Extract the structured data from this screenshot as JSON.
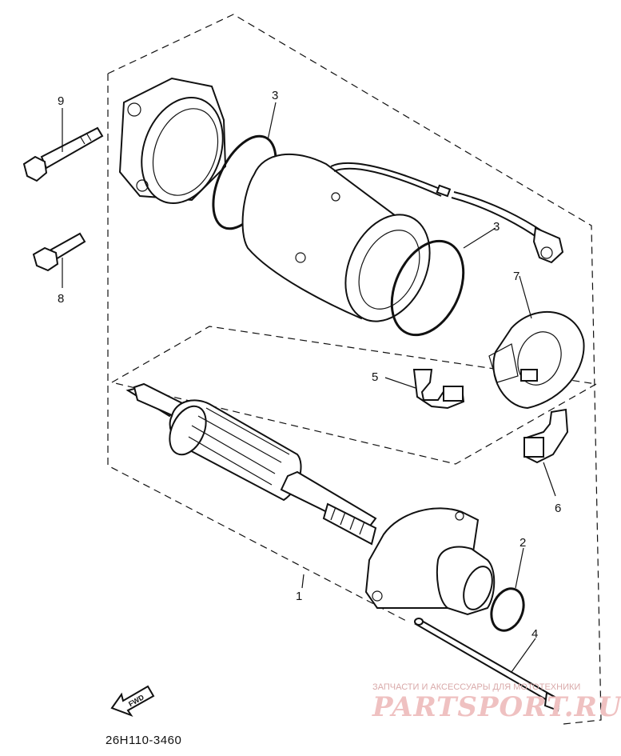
{
  "callouts": [
    "1",
    "2",
    "3",
    "3",
    "4",
    "5",
    "6",
    "7",
    "8",
    "9"
  ],
  "diagram_code": "26H110-3460",
  "direction_label": "FWD",
  "watermark": {
    "caption": "ЗАПЧАСТИ И АКСЕССУАРЫ ДЛЯ МОТОТЕХНИКИ",
    "brand": "PARTSPORT.RU"
  }
}
